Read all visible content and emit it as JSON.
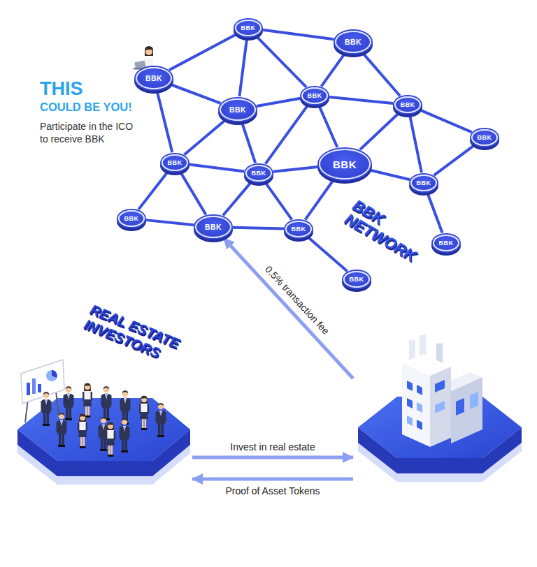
{
  "diagram": {
    "nodes": [
      {
        "text": [
          "BBK"
        ]
      },
      {
        "text": [
          "BBK"
        ]
      },
      {
        "text": [
          "BBK"
        ]
      },
      {
        "text": [
          "BBK"
        ]
      },
      {
        "text": [
          "BBK"
        ]
      },
      {
        "text": [
          "BBK"
        ]
      },
      {
        "text": [
          "BBK"
        ]
      },
      {
        "text": [
          "BBK"
        ]
      },
      {
        "text": [
          "BBK"
        ]
      },
      {
        "text": [
          "BBK"
        ]
      },
      {
        "text": [
          "BBK"
        ]
      },
      {
        "text": [
          "BBK"
        ]
      },
      {
        "text": [
          "BBK"
        ]
      },
      {
        "text": [
          "BBK"
        ]
      },
      {
        "text": [
          "BBK"
        ]
      },
      {
        "text": [
          "BBK"
        ]
      },
      {
        "text": [
          "REAL ESTATE INVESTORS"
        ]
      },
      {
        "text": []
      }
    ],
    "edges": [
      {
        "from": 0,
        "to": 1,
        "arrow": "none"
      },
      {
        "from": 0,
        "to": 2,
        "arrow": "none"
      },
      {
        "from": 0,
        "to": 3,
        "arrow": "none"
      },
      {
        "from": 0,
        "to": 4,
        "arrow": "none"
      },
      {
        "from": 1,
        "to": 4,
        "arrow": "none"
      },
      {
        "from": 1,
        "to": 5,
        "arrow": "none"
      },
      {
        "from": 2,
        "to": 3,
        "arrow": "none"
      },
      {
        "from": 2,
        "to": 7,
        "arrow": "none"
      },
      {
        "from": 3,
        "to": 4,
        "arrow": "none"
      },
      {
        "from": 3,
        "to": 7,
        "arrow": "none"
      },
      {
        "from": 3,
        "to": 8,
        "arrow": "none"
      },
      {
        "from": 4,
        "to": 8,
        "arrow": "none"
      },
      {
        "from": 4,
        "to": 9,
        "arrow": "none"
      },
      {
        "from": 4,
        "to": 5,
        "arrow": "none"
      },
      {
        "from": 5,
        "to": 9,
        "arrow": "none"
      },
      {
        "from": 5,
        "to": 6,
        "arrow": "none"
      },
      {
        "from": 5,
        "to": 10,
        "arrow": "none"
      },
      {
        "from": 6,
        "to": 10,
        "arrow": "none"
      },
      {
        "from": 7,
        "to": 8,
        "arrow": "none"
      },
      {
        "from": 7,
        "to": 11,
        "arrow": "none"
      },
      {
        "from": 7,
        "to": 12,
        "arrow": "none"
      },
      {
        "from": 8,
        "to": 12,
        "arrow": "none"
      },
      {
        "from": 8,
        "to": 13,
        "arrow": "none"
      },
      {
        "from": 8,
        "to": 9,
        "arrow": "none"
      },
      {
        "from": 9,
        "to": 13,
        "arrow": "none"
      },
      {
        "from": 9,
        "to": 10,
        "arrow": "none"
      },
      {
        "from": 10,
        "to": 14,
        "arrow": "none"
      },
      {
        "from": 11,
        "to": 12,
        "arrow": "none"
      },
      {
        "from": 12,
        "to": 13,
        "arrow": "none"
      },
      {
        "from": 13,
        "to": 15,
        "arrow": "none"
      },
      {
        "from": 16,
        "to": 17,
        "label": "Invest in real estate",
        "arrow": "to"
      },
      {
        "from": 17,
        "to": 16,
        "label": "Proof of Asset Tokens",
        "arrow": "to"
      },
      {
        "from": 17,
        "to": 12,
        "label": "0.5% transaction fee",
        "arrow": "to"
      }
    ],
    "labels": [
      "THIS",
      "COULD BE YOU!",
      "Participate in the ICO to receive BBK",
      "BBK NETWORK"
    ]
  }
}
